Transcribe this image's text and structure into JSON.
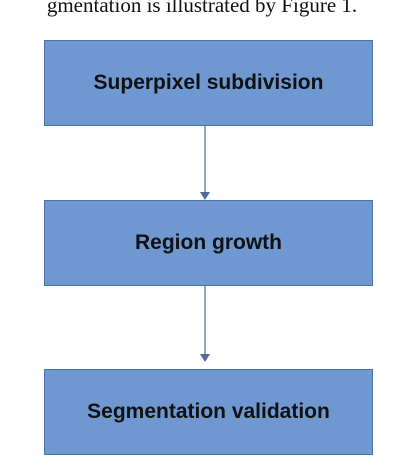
{
  "caption": "gmentation is illustrated by Figure 1.",
  "flowchart": {
    "steps": [
      {
        "label": "Superpixel subdivision"
      },
      {
        "label": "Region growth"
      },
      {
        "label": "Segmentation validation"
      }
    ]
  },
  "colors": {
    "box_fill": "#6e98cf",
    "box_border": "#4a73a8",
    "arrow": "#4a6d9a"
  }
}
